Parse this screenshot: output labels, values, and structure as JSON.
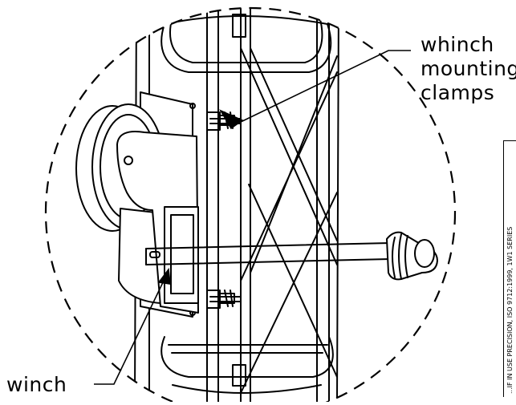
{
  "labels": {
    "clamps_line1": "whinch",
    "clamps_line2": "mounting",
    "clamps_line3": "clamps",
    "winch": "winch"
  },
  "side_note": "...IF IN USE PRECISION, ISO 9712:1999, 1W1 SERIES",
  "colors": {
    "line": "#000000",
    "background": "#ffffff"
  }
}
